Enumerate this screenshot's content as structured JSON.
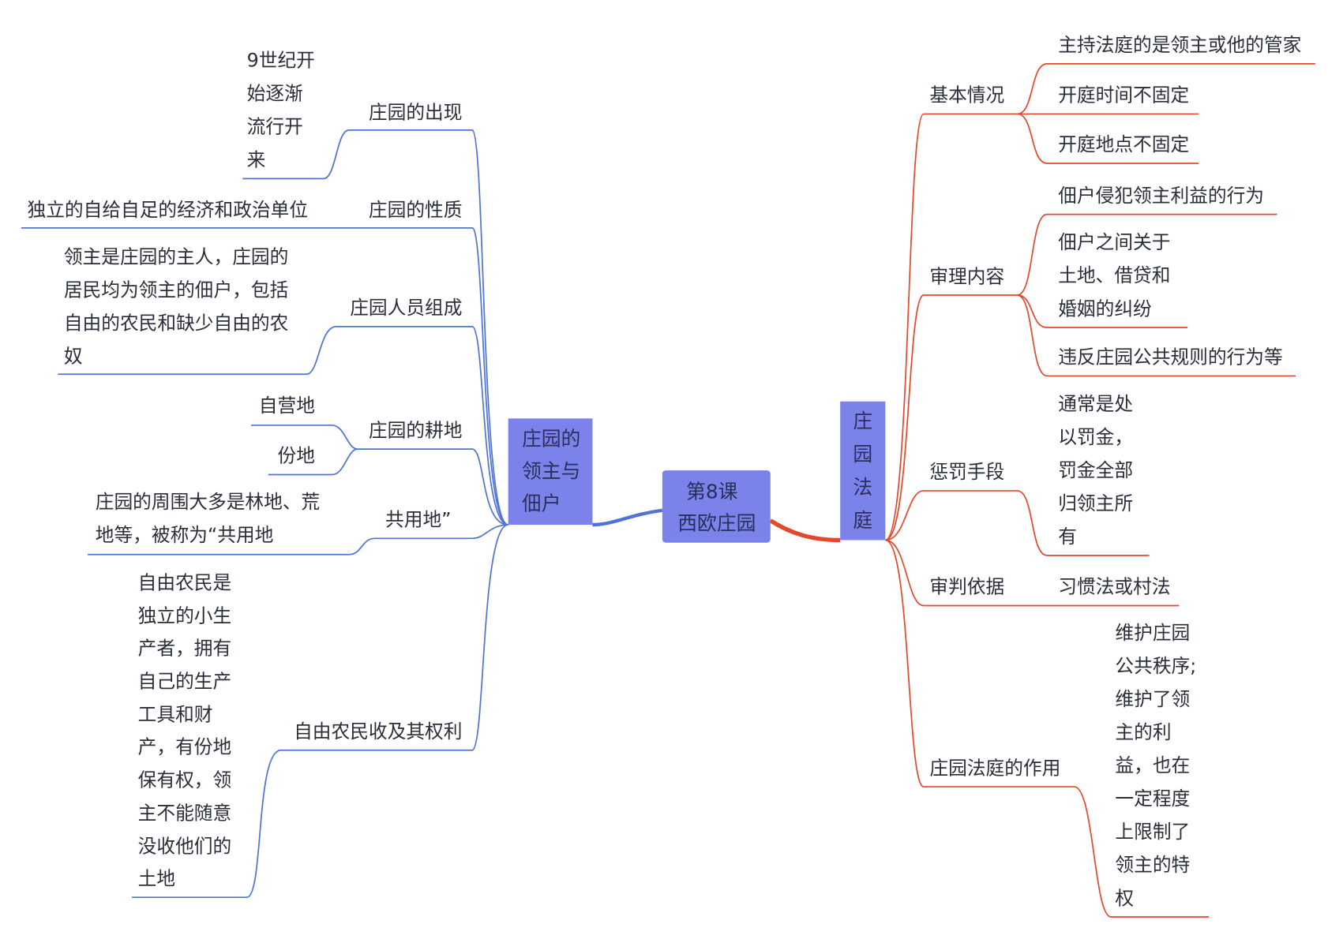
{
  "center": {
    "lines": [
      "第8课",
      "西欧庄园"
    ]
  },
  "left_main": {
    "lines": [
      "庄园的",
      "领主与",
      "佃户"
    ]
  },
  "right_main": {
    "lines": [
      "庄",
      "园",
      "法",
      "庭"
    ]
  },
  "left_branches": [
    {
      "label": "庄园的出现",
      "children": [
        {
          "lines": [
            "9世纪开",
            "始逐渐",
            "流行开",
            "来"
          ]
        }
      ]
    },
    {
      "label": "庄园的性质",
      "children": [
        {
          "lines": [
            "独立的自给自足的经济和政治单位"
          ]
        }
      ]
    },
    {
      "label": "庄园人员组成",
      "children": [
        {
          "lines": [
            "领主是庄园的主人，庄园的",
            "居民均为领主的佃户，包括",
            "自由的农民和缺少自由的农",
            "奴"
          ]
        }
      ]
    },
    {
      "label": "庄园的耕地",
      "children": [
        {
          "lines": [
            "自营地"
          ]
        },
        {
          "lines": [
            "份地"
          ]
        }
      ]
    },
    {
      "label": "共用地”",
      "children": [
        {
          "lines": [
            "庄园的周围大多是林地、荒",
            "地等，被称为“共用地"
          ]
        }
      ]
    },
    {
      "label": "自由农民收及其权利",
      "children": [
        {
          "lines": [
            "自由农民是",
            "独立的小生",
            "产者，拥有",
            "自己的生产",
            "工具和财",
            "产，有份地",
            "保有权，领",
            "主不能随意",
            "没收他们的",
            "土地"
          ]
        }
      ]
    }
  ],
  "right_branches": [
    {
      "label": "基本情况",
      "children": [
        {
          "lines": [
            "主持法庭的是领主或他的管家"
          ]
        },
        {
          "lines": [
            "开庭时间不固定"
          ]
        },
        {
          "lines": [
            "开庭地点不固定"
          ]
        }
      ]
    },
    {
      "label": "审理内容",
      "children": [
        {
          "lines": [
            "佃户侵犯领主利益的行为"
          ]
        },
        {
          "lines": [
            "佃户之间关于",
            "土地、借贷和",
            "婚姻的纠纷"
          ]
        },
        {
          "lines": [
            "违反庄园公共规则的行为等"
          ]
        }
      ]
    },
    {
      "label": "惩罚手段",
      "children": [
        {
          "lines": [
            "通常是处",
            "以罚金，",
            "罚金全部",
            "归领主所",
            "有"
          ]
        }
      ]
    },
    {
      "label": "审判依据",
      "children": [
        {
          "lines": [
            "习惯法或村法"
          ]
        }
      ]
    },
    {
      "label": "庄园法庭的作用",
      "children": [
        {
          "lines": [
            "维护庄园",
            "公共秩序;",
            "维护了领",
            "主的利",
            "益，也在",
            "一定程度",
            "上限制了",
            "领主的特",
            "权"
          ]
        }
      ]
    }
  ],
  "colors": {
    "node_fill": "#7b82ea",
    "left_line": "#4f74d6",
    "right_line": "#e2492d",
    "text": "#2a2e3a"
  }
}
